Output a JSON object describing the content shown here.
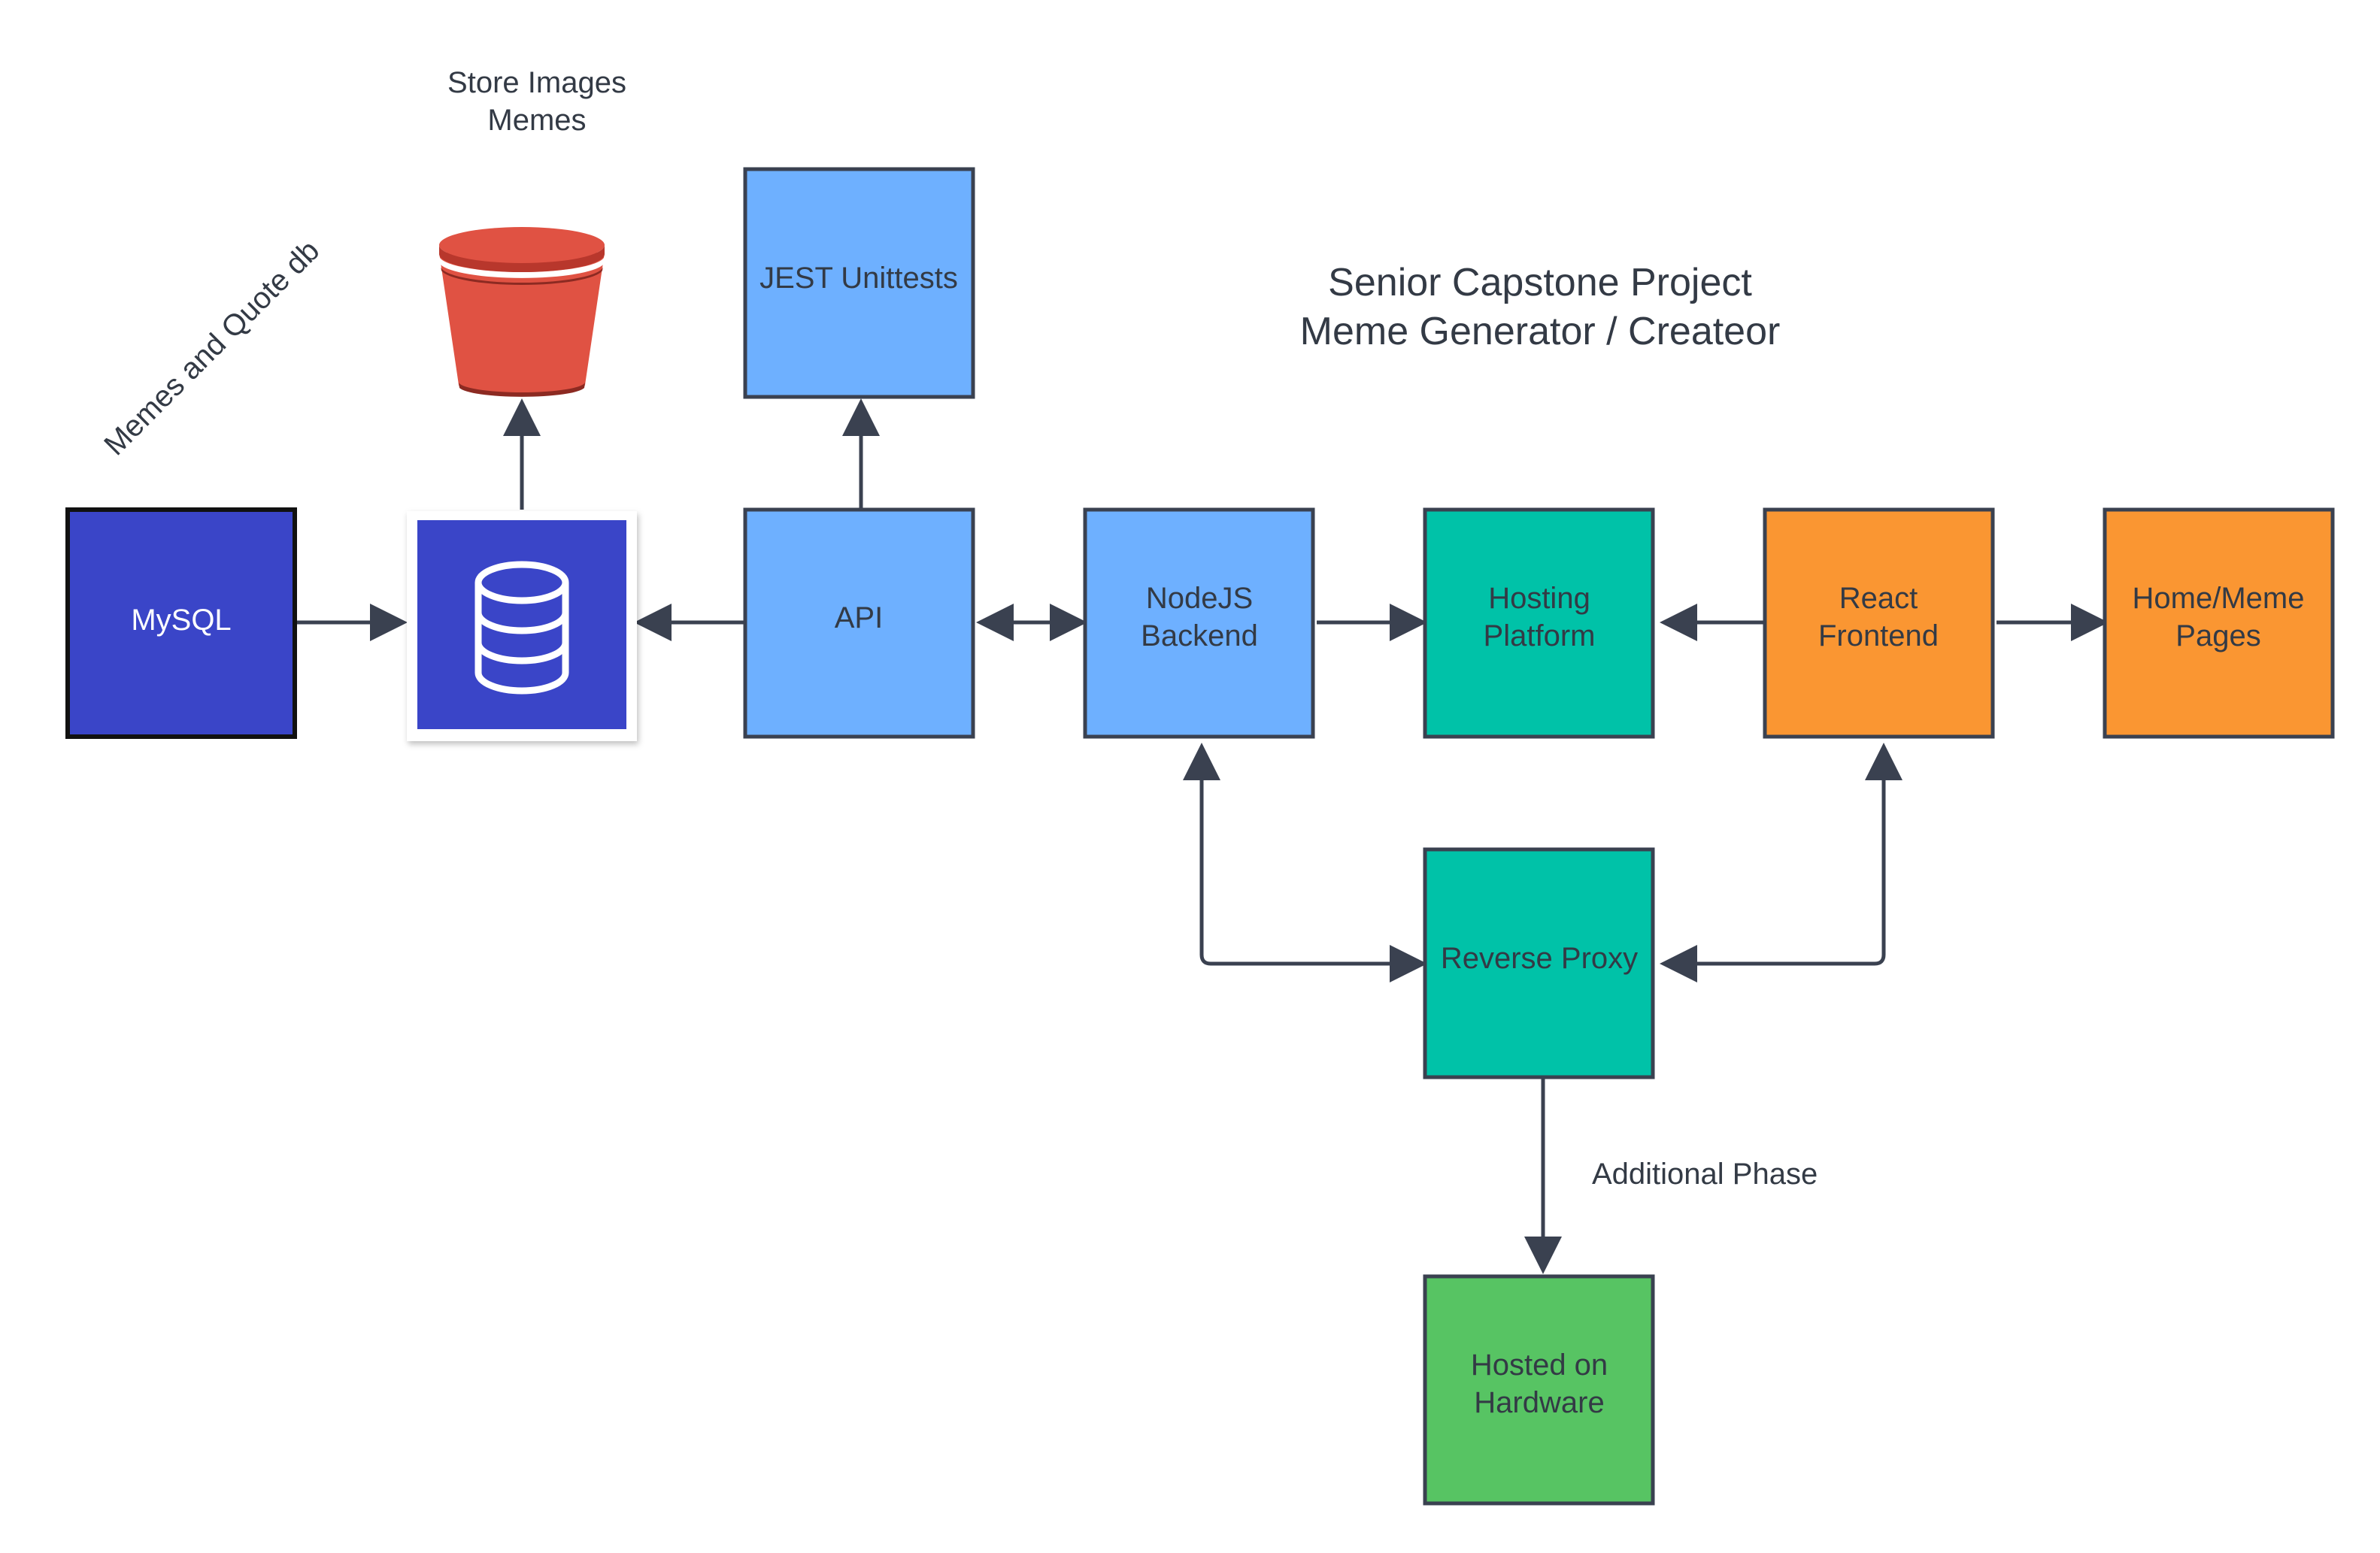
{
  "diagram": {
    "title_line1": "Senior Capstone Project",
    "title_line2": "Meme Generator / Createor",
    "colors": {
      "mysql": "#3a45c8",
      "db_node": "#3a45c8",
      "bucket": "#e05243",
      "api_blue": "#6eb0ff",
      "teal": "#00c2a8",
      "orange": "#fa9632",
      "green": "#57c463",
      "connector": "#3a4150"
    },
    "nodes": {
      "mysql": {
        "label": "MySQL"
      },
      "jest": {
        "label": "JEST Unittests"
      },
      "api": {
        "label": "API"
      },
      "nodejs": {
        "line1": "NodeJS",
        "line2": "Backend"
      },
      "hosting": {
        "line1": "Hosting",
        "line2": "Platform"
      },
      "react": {
        "line1": "React",
        "line2": "Frontend"
      },
      "home": {
        "line1": "Home/Meme",
        "line2": "Pages"
      },
      "proxy": {
        "label": "Reverse Proxy"
      },
      "hardware": {
        "line1": "Hosted on",
        "line2": "Hardware"
      }
    },
    "annotations": {
      "store_line1": "Store Images",
      "store_line2": "Memes",
      "memes_db": "Memes and Quote db",
      "additional_phase": "Additional Phase"
    },
    "icons": {
      "database": "database-icon",
      "bucket": "storage-bucket-icon"
    }
  }
}
